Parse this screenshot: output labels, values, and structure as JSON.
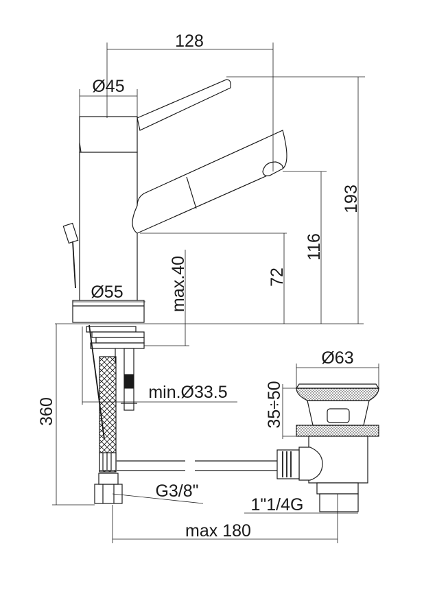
{
  "drawing": {
    "dimensions": {
      "top_width": "128",
      "handle_diameter": "Ø45",
      "total_height": "193",
      "spout_height": "116",
      "aerator_height": "72",
      "max_thickness": "max.40",
      "base_diameter": "Ø55",
      "hole_diameter": "min.Ø33.5",
      "hose_length": "360",
      "hose_thread": "G3/8\"",
      "drain_diameter": "Ø63",
      "drain_range": "35÷50",
      "drain_thread": "1\"1/4G",
      "max_reach": "max 180"
    }
  }
}
